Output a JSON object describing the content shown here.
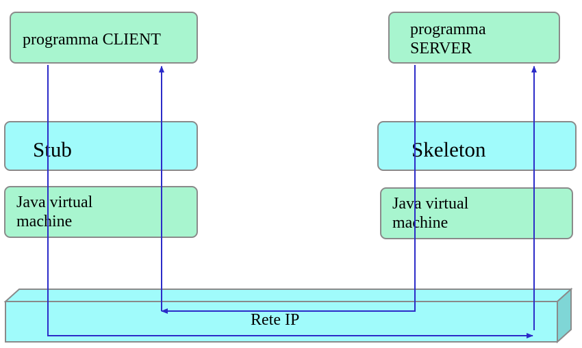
{
  "client": {
    "label": "programma CLIENT"
  },
  "server": {
    "label": "programma\nSERVER"
  },
  "stub": {
    "label": "Stub"
  },
  "skeleton": {
    "label": "Skeleton"
  },
  "jvm_left": {
    "label": "Java virtual\nmachine"
  },
  "jvm_right": {
    "label": "Java virtual\nmachine"
  },
  "network": {
    "label": "Rete IP"
  },
  "colors": {
    "program_box": "#a8f5cf",
    "middleware_box": "#a0fbfb",
    "network_bar": "#a0fbfb",
    "arrow": "#2b2bc8"
  }
}
